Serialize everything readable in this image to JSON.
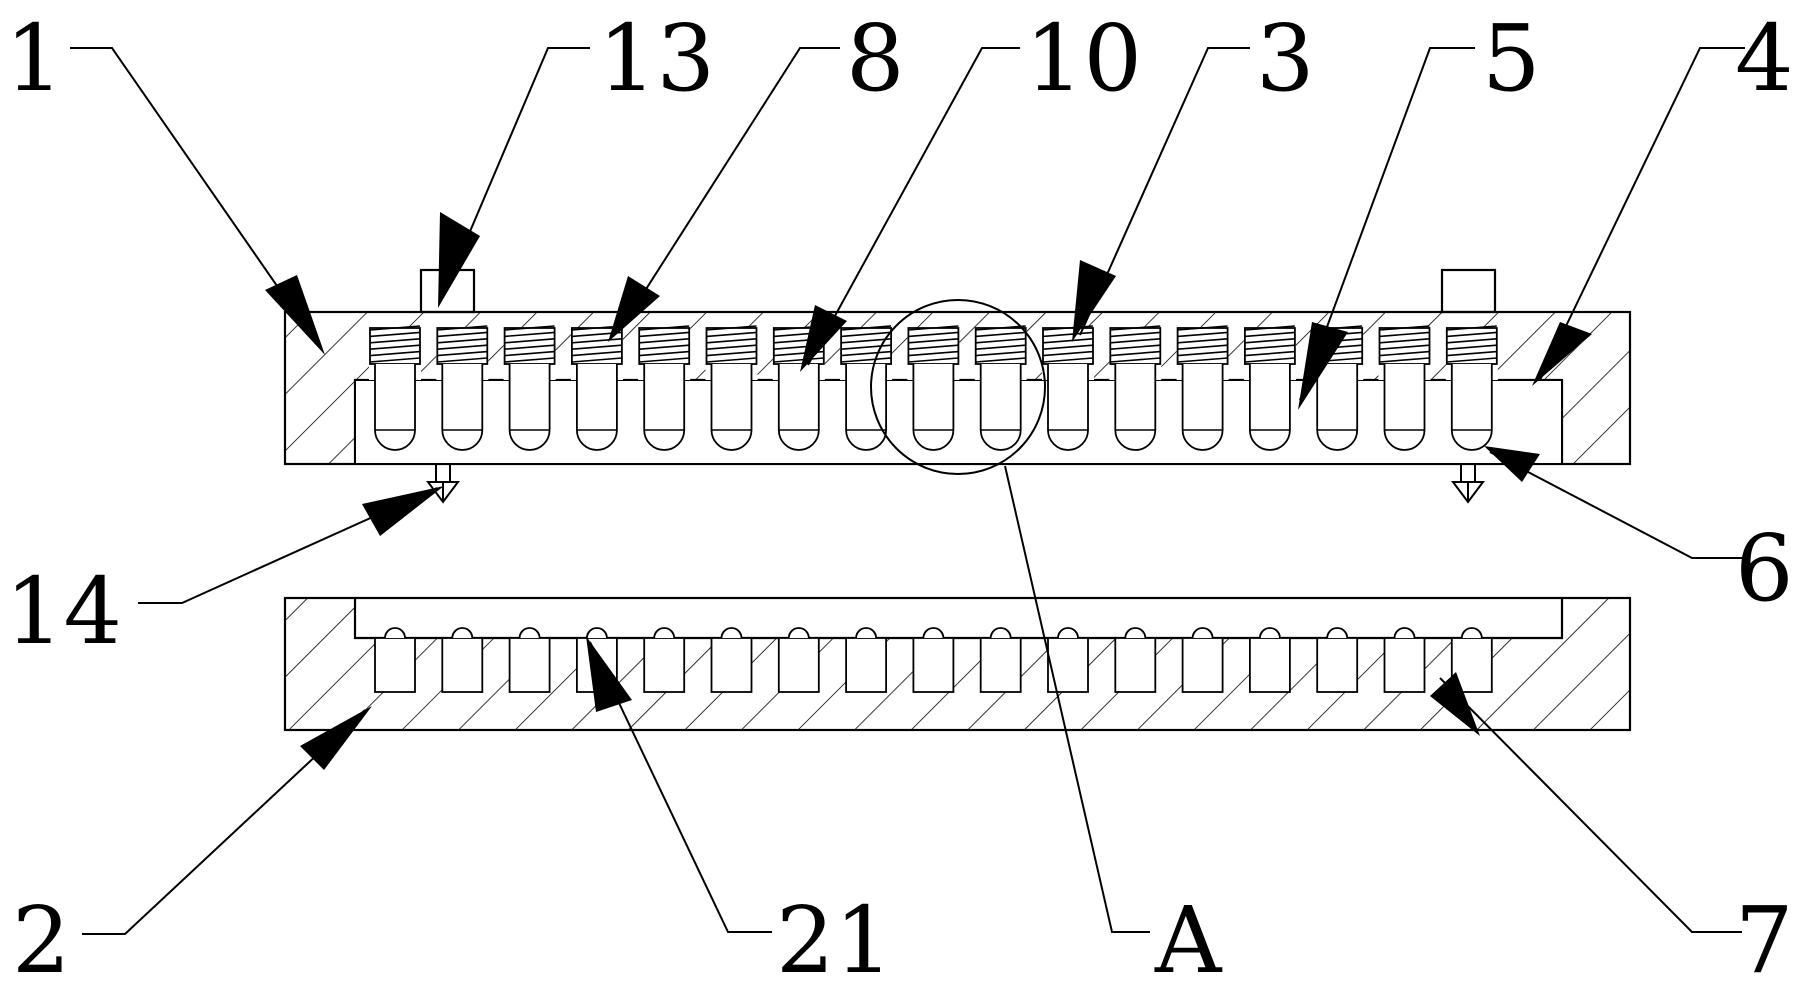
{
  "figure": {
    "colors": {
      "ink": "#000000",
      "paper": "#ffffff"
    },
    "labels": [
      {
        "id": "label-1",
        "text": "1"
      },
      {
        "id": "label-13",
        "text": "13"
      },
      {
        "id": "label-8",
        "text": "8"
      },
      {
        "id": "label-10",
        "text": "10"
      },
      {
        "id": "label-3",
        "text": "3"
      },
      {
        "id": "label-5",
        "text": "5"
      },
      {
        "id": "label-4",
        "text": "4"
      },
      {
        "id": "label-14",
        "text": "14"
      },
      {
        "id": "label-6",
        "text": "6"
      },
      {
        "id": "label-2",
        "text": "2"
      },
      {
        "id": "label-21",
        "text": "21"
      },
      {
        "id": "label-a",
        "text": "A"
      },
      {
        "id": "label-7",
        "text": "7"
      }
    ],
    "components": {
      "upper_cell_count": 17,
      "lower_socket_count": 17
    }
  }
}
